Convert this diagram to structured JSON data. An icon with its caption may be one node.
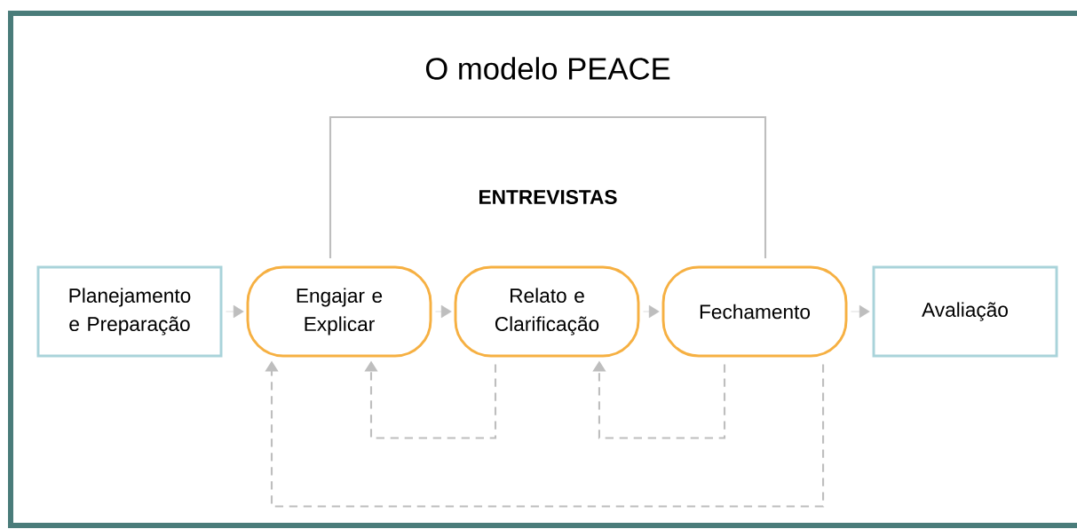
{
  "diagram": {
    "title": "O modelo PEACE",
    "nodes": [
      {
        "text": [
          "Planejamento e Preparação"
        ]
      },
      {
        "text": [
          "Engajar e Explicar"
        ]
      },
      {
        "text": [
          "Relato e Clarificação"
        ]
      },
      {
        "text": [
          "Fechamento"
        ]
      },
      {
        "text": [
          "Avaliação"
        ]
      }
    ],
    "edges": [
      {
        "from": 0,
        "to": 1,
        "arrow": "to"
      },
      {
        "from": 1,
        "to": 2,
        "arrow": "to"
      },
      {
        "from": 2,
        "to": 3,
        "arrow": "to"
      },
      {
        "from": 3,
        "to": 4,
        "arrow": "to"
      },
      {
        "from": 2,
        "to": 1,
        "arrow": "to",
        "style": "dashed"
      },
      {
        "from": 3,
        "to": 2,
        "arrow": "to",
        "style": "dashed"
      },
      {
        "from": 3,
        "to": 1,
        "arrow": "to",
        "style": "dashed"
      }
    ],
    "labels": [
      "ENTREVISTAS"
    ]
  }
}
